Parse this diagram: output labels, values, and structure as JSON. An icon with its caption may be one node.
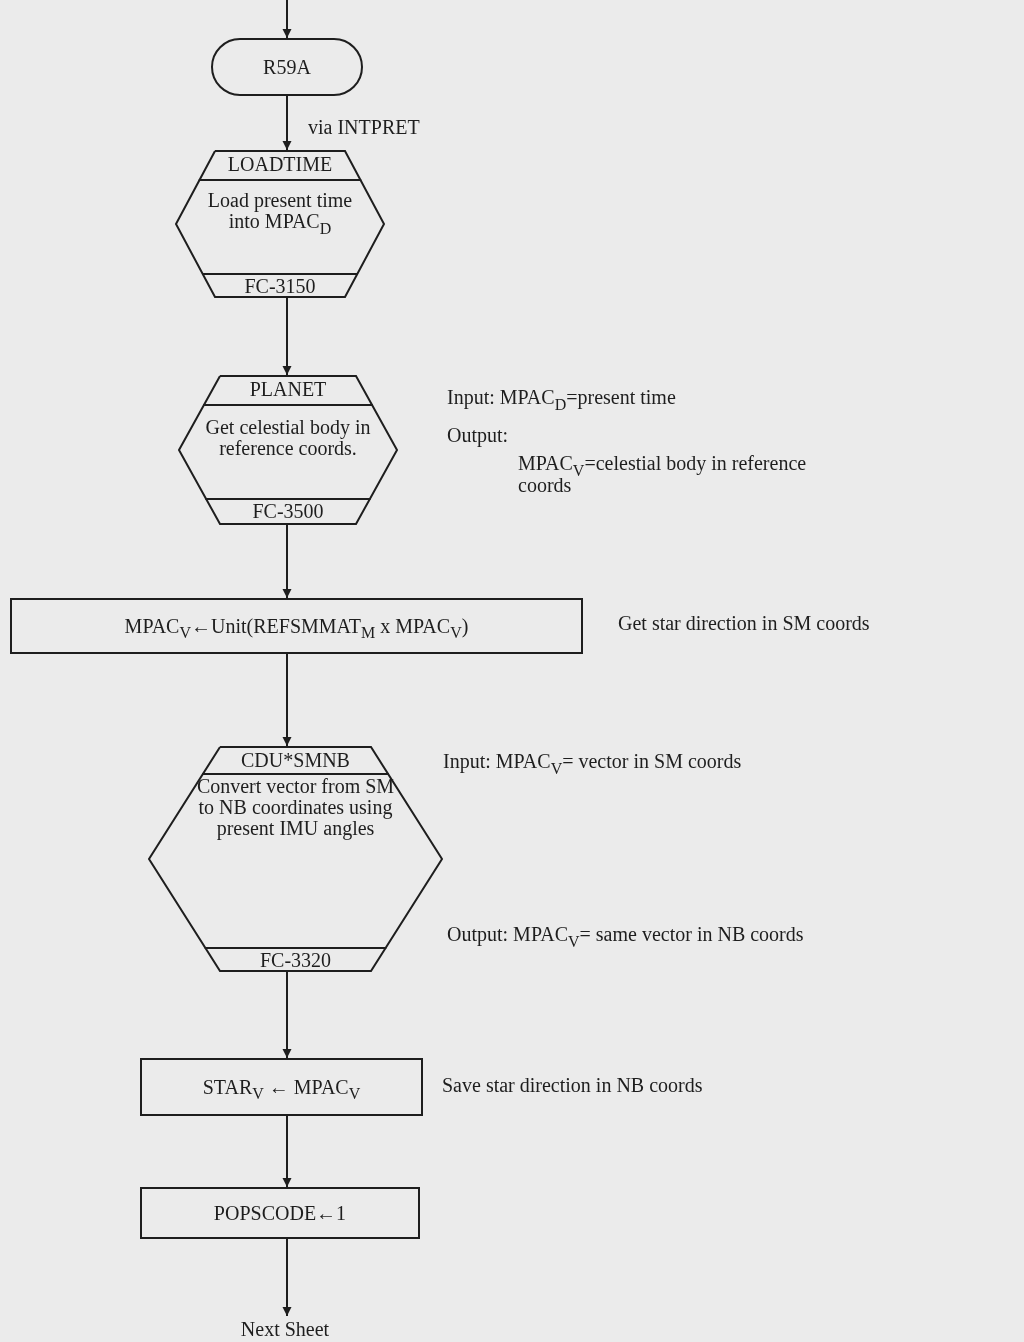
{
  "diagram": {
    "nodes": [
      {
        "text": [
          "R59A"
        ]
      },
      {
        "text": [
          "LOADTIME",
          "Load present time into MPAC$_{D}$",
          "FC-3150"
        ]
      },
      {
        "text": [
          "PLANET",
          "Get celestial body in reference coords.",
          "FC-3500"
        ],
        "beside": [
          "Input: MPAC$_{D}$=present time",
          "Output:",
          "MPAC$_{V}$=celestial body in reference coords"
        ]
      },
      {
        "text": [
          "MPAC$_{V}$←Unit(REFSMMAT$_{M}$ x MPAC$_{V}$)"
        ],
        "beside": [
          "Get star direction in SM coords"
        ]
      },
      {
        "text": [
          "CDU*SMNB",
          "Convert vector from SM to NB coordinates using present IMU angles",
          "FC-3320"
        ],
        "beside": [
          "Input: MPAC$_{V}$= vector in SM coords",
          "Output: MPAC$_{V}$= same vector in NB coords"
        ]
      },
      {
        "text": [
          "STAR$_{V}$ ← MPAC$_{V}$"
        ],
        "beside": [
          "Save star direction in NB coords"
        ]
      },
      {
        "text": [
          "POPSCODE←1"
        ]
      },
      {
        "text": [
          "Next Sheet"
        ]
      }
    ],
    "edges": [
      {
        "from": null,
        "to": 0,
        "arrow": "to"
      },
      {
        "from": 0,
        "to": 1,
        "arrow": "to",
        "label": "via INTPRET"
      },
      {
        "from": 1,
        "to": 2,
        "arrow": "to"
      },
      {
        "from": 2,
        "to": 3,
        "arrow": "to"
      },
      {
        "from": 3,
        "to": 4,
        "arrow": "to"
      },
      {
        "from": 4,
        "to": 5,
        "arrow": "to"
      },
      {
        "from": 5,
        "to": 6,
        "arrow": "to"
      },
      {
        "from": 6,
        "to": 7,
        "arrow": "to"
      }
    ]
  }
}
